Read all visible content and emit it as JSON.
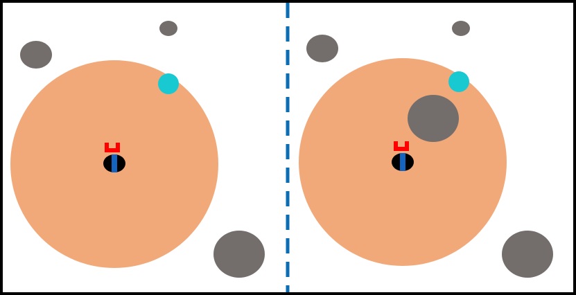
{
  "colors": {
    "background": "#ffffff",
    "frame": "#000000",
    "divider": "#0b6db3",
    "sensing_range": "#f2a97a",
    "obstacle": "#736e6c",
    "goal": "#19c9d2",
    "robot_body": "#000000",
    "robot_stripe": "#1565c0",
    "gripper": "#ff0000"
  },
  "panels": [
    {
      "name": "left-panel",
      "sensing_range_icon": "circle",
      "robot_icon": "robot-with-gripper",
      "goal_icon": "cyan-circle",
      "obstacle_count": 3
    },
    {
      "name": "right-panel",
      "sensing_range_icon": "circle",
      "robot_icon": "robot-with-gripper",
      "goal_icon": "cyan-circle",
      "obstacle_count": 4
    }
  ]
}
